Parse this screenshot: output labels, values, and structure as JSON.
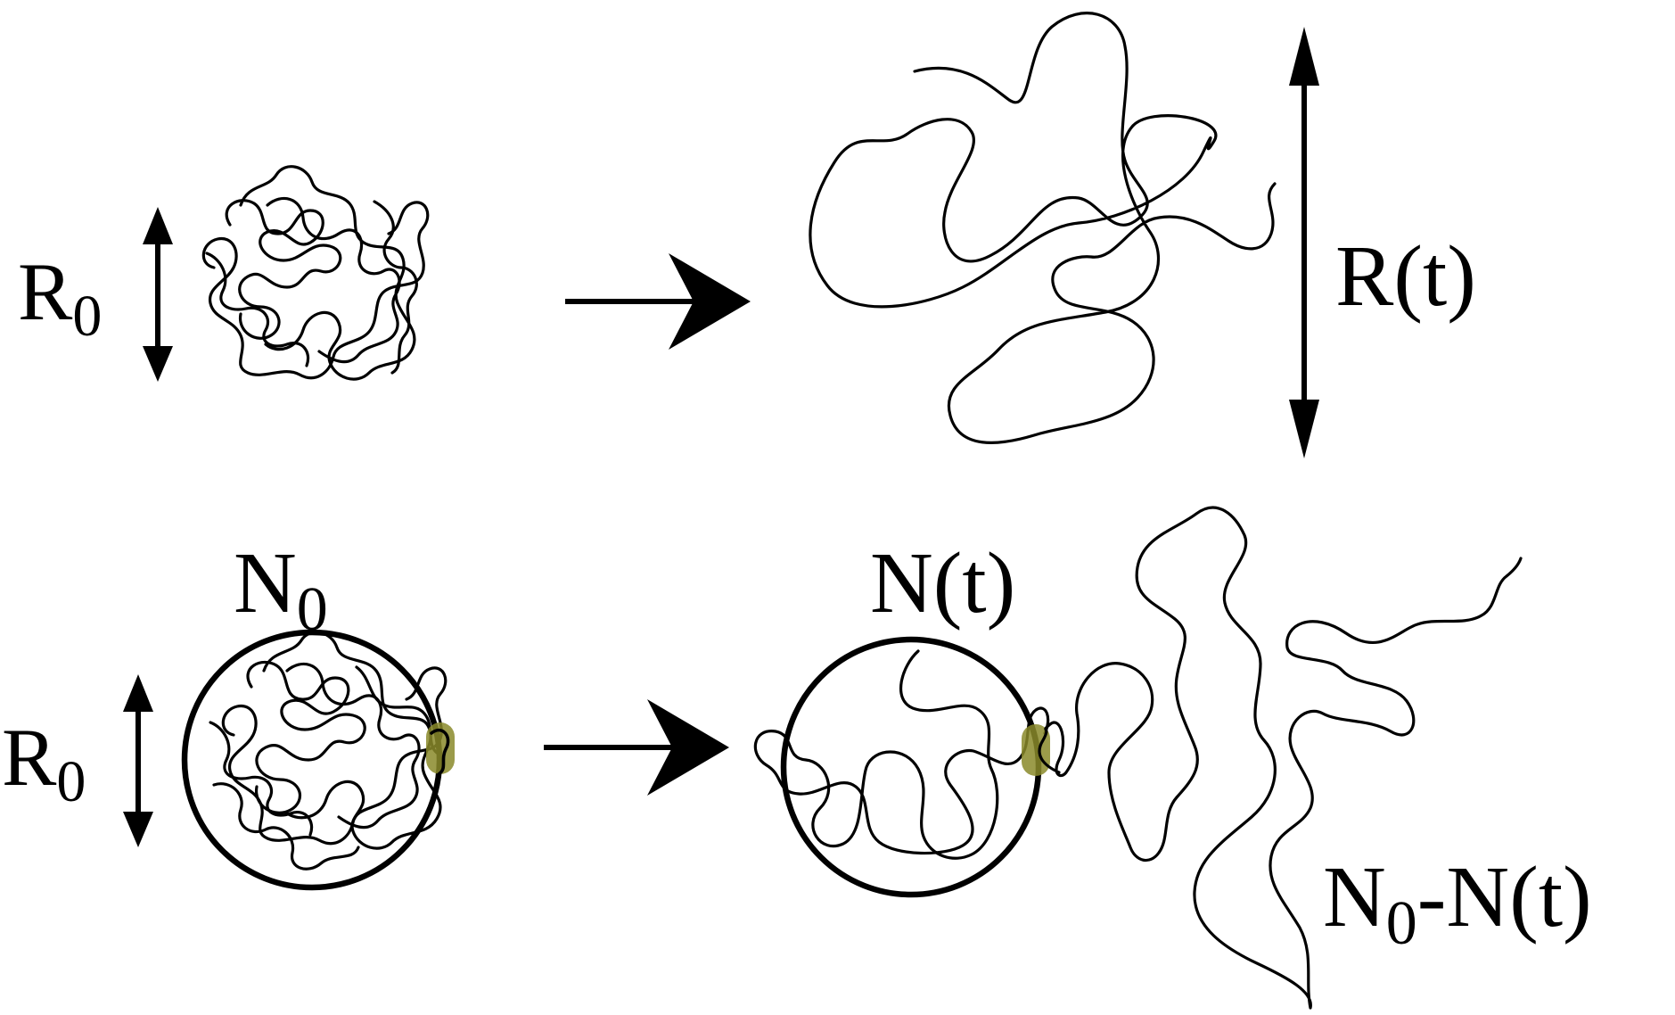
{
  "labels": {
    "top_left_size": {
      "base": "R",
      "sub": "0"
    },
    "top_right_size": "R(t)",
    "bottom_left_count": {
      "base": "N",
      "sub": "0"
    },
    "bottom_left_size": {
      "base": "R",
      "sub": "0"
    },
    "bottom_right_count": "N(t)",
    "released_count": {
      "base": "N",
      "sub": "0",
      "rest": "-N(t)"
    }
  },
  "colors": {
    "ink": "#000000",
    "attachment_site": "#8a8a2a"
  }
}
